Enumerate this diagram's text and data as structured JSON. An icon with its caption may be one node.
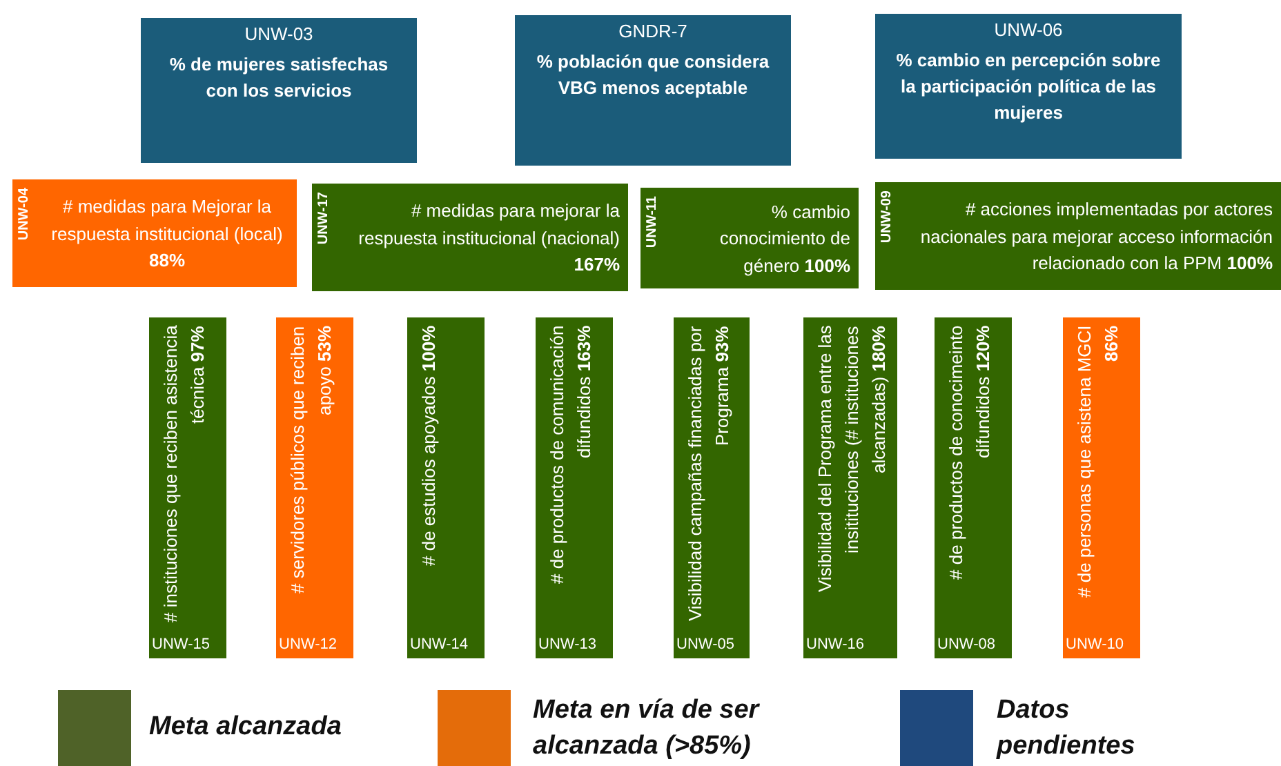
{
  "diagram": {
    "nodes": [
      {
        "text": [
          "UNW-03",
          "% de mujeres satisfechas con los servicios"
        ]
      },
      {
        "text": [
          "GNDR-7",
          "%  población que considera VBG menos aceptable"
        ]
      },
      {
        "text": [
          "UNW-06",
          "% cambio en percepción sobre la participación política de las mujeres"
        ]
      },
      {
        "text": [
          "UNW-04",
          "#  medidas para Mejorar  la respuesta institucional (local)  **88%**"
        ]
      },
      {
        "text": [
          "UNW-17",
          "#  medidas para mejorar  la respuesta institucional (nacional) **167%**"
        ]
      },
      {
        "text": [
          "UNW-11",
          "% cambio conocimiento de género  **100%**"
        ]
      },
      {
        "text": [
          "UNW-09",
          "# acciones implementadas por actores nacionales para mejorar acceso información relacionado con la PPM  **100%**"
        ]
      },
      {
        "text": [
          "# instituciones que reciben asistencia  técnica  **97%**",
          "UNW-15"
        ]
      },
      {
        "text": [
          "# servidores públicos que reciben apoyo  **53%**",
          "UNW-12"
        ]
      },
      {
        "text": [
          "# de estudios apoyados   **100%**",
          "UNW-14"
        ]
      },
      {
        "text": [
          "# de productos de comunicación difundidos  **163%**",
          "UNW-13"
        ]
      },
      {
        "text": [
          "Visibilidad  campañas financiadas por Programa  **93%**",
          "UNW-05"
        ]
      },
      {
        "text": [
          "Visibilidad del Programa entre las insitituciones (# instituciones alcanzadas)  **180%**",
          "UNW-16"
        ]
      },
      {
        "text": [
          "# de productos de conocimeinto difundidos   **120%**",
          "UNW-08"
        ]
      },
      {
        "text": [
          "# de personas que asistena MGCI  **86%**",
          "UNW-10"
        ]
      }
    ],
    "legend": [
      {
        "text": "Meta alcanzada",
        "color": "#4f6228"
      },
      {
        "text": "Meta en vía de ser alcanzada (>85%)",
        "color": "#e46c0a"
      },
      {
        "text": "Datos pendientes",
        "color": "#1f497d"
      }
    ]
  }
}
